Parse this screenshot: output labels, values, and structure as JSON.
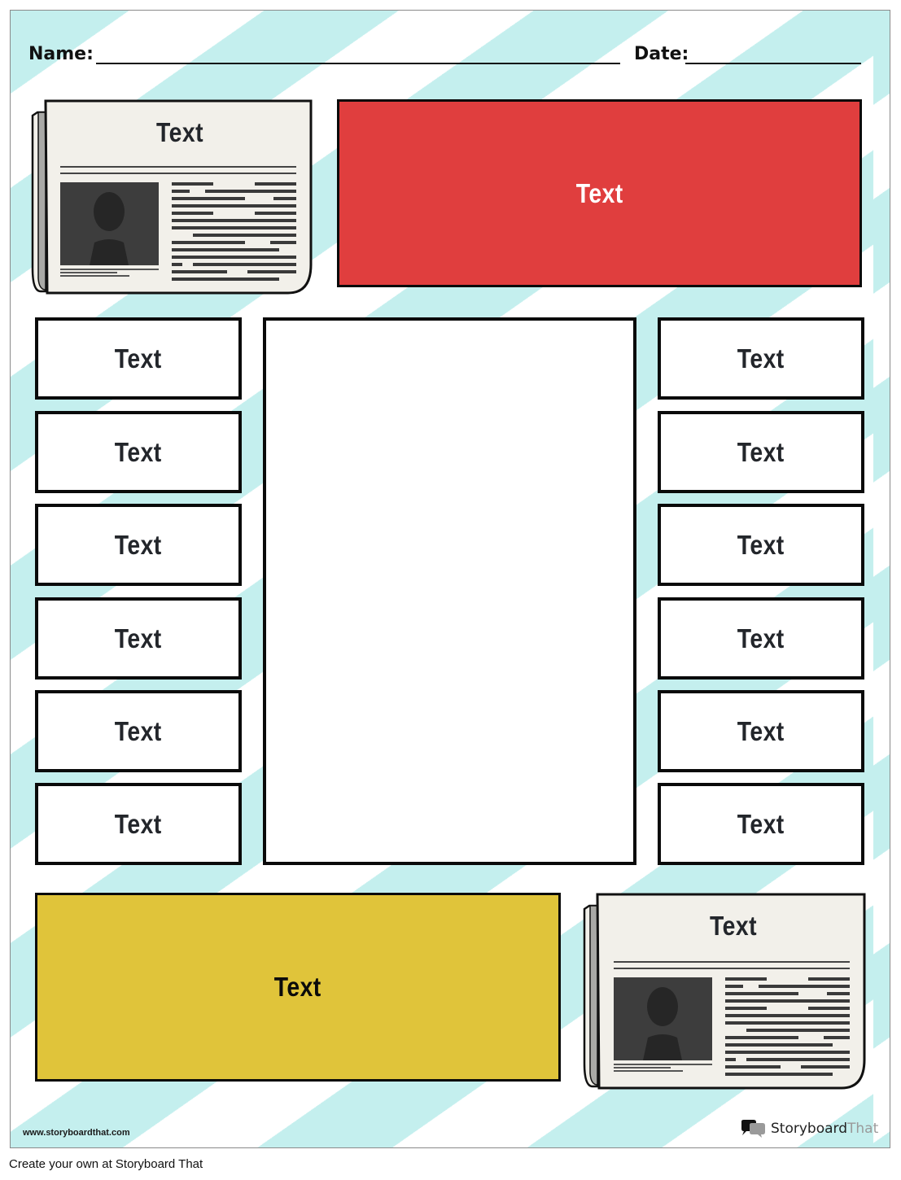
{
  "header": {
    "name_label": "Name:",
    "date_label": "Date:"
  },
  "top_newspaper": {
    "headline": "Text"
  },
  "red_box": {
    "label": "Text",
    "color": "#e03e3e"
  },
  "left_boxes": [
    {
      "label": "Text"
    },
    {
      "label": "Text"
    },
    {
      "label": "Text"
    },
    {
      "label": "Text"
    },
    {
      "label": "Text"
    },
    {
      "label": "Text"
    }
  ],
  "center_box": {
    "label": ""
  },
  "right_boxes": [
    {
      "label": "Text"
    },
    {
      "label": "Text"
    },
    {
      "label": "Text"
    },
    {
      "label": "Text"
    },
    {
      "label": "Text"
    },
    {
      "label": "Text"
    }
  ],
  "yellow_box": {
    "label": "Text",
    "color": "#e0c43a"
  },
  "bottom_newspaper": {
    "headline": "Text"
  },
  "footer": {
    "url": "www.storyboardthat.com",
    "logo_part1": "Storyboard",
    "logo_part2": "That",
    "logo_icon": "speech-bubbles-icon"
  },
  "caption": "Create your own at Storyboard That",
  "colors": {
    "stripe": "#c4efee",
    "border": "#0a0a0a",
    "paper": "#f2f0ea"
  }
}
